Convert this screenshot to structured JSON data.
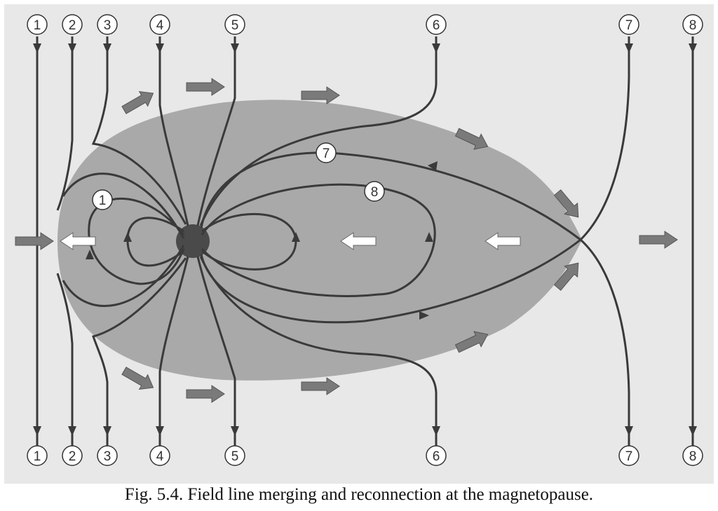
{
  "caption": "Fig. 5.4. Field line merging and reconnection at the magnetopause.",
  "top_labels": [
    "1",
    "2",
    "3",
    "4",
    "5",
    "6",
    "7",
    "8"
  ],
  "bottom_labels": [
    "1",
    "2",
    "3",
    "4",
    "5",
    "6",
    "7",
    "8"
  ],
  "inner_labels": [
    "1",
    "7",
    "8"
  ],
  "colors": {
    "background_panel": "#e8e8e8",
    "magnetosphere": "#a9a9a9",
    "earth": "#4a4a4a",
    "field_line": "#3a3a3a",
    "flow_arrow": "#7a7a7a",
    "return_arrow": "#ffffff"
  }
}
